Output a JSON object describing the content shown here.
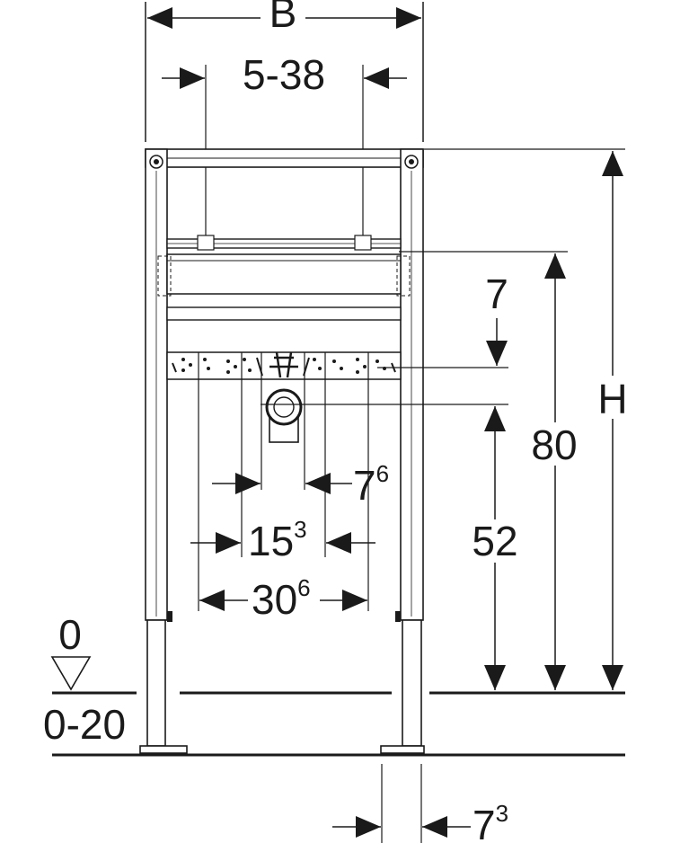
{
  "diagram": {
    "colors": {
      "line": "#1a1a1a",
      "background": "#ffffff",
      "frame_fill": "#ffffff"
    },
    "labels": {
      "width_b": "B",
      "rail_range": "5-38",
      "offset_top": "7",
      "height_h": "H",
      "height_80": "80",
      "height_52": "52",
      "spacing_7_6": {
        "base": "7",
        "sup": "6"
      },
      "spacing_15_3": {
        "base": "15",
        "sup": "3"
      },
      "spacing_30_6": {
        "base": "30",
        "sup": "6"
      },
      "floor_level": "0",
      "floor_range": "0-20",
      "foot_offset": {
        "base": "7",
        "sup": "3"
      }
    },
    "icons": {
      "floor_marker": "triangle-level-icon",
      "pipe_fitting": "water-fitting-icon"
    }
  }
}
